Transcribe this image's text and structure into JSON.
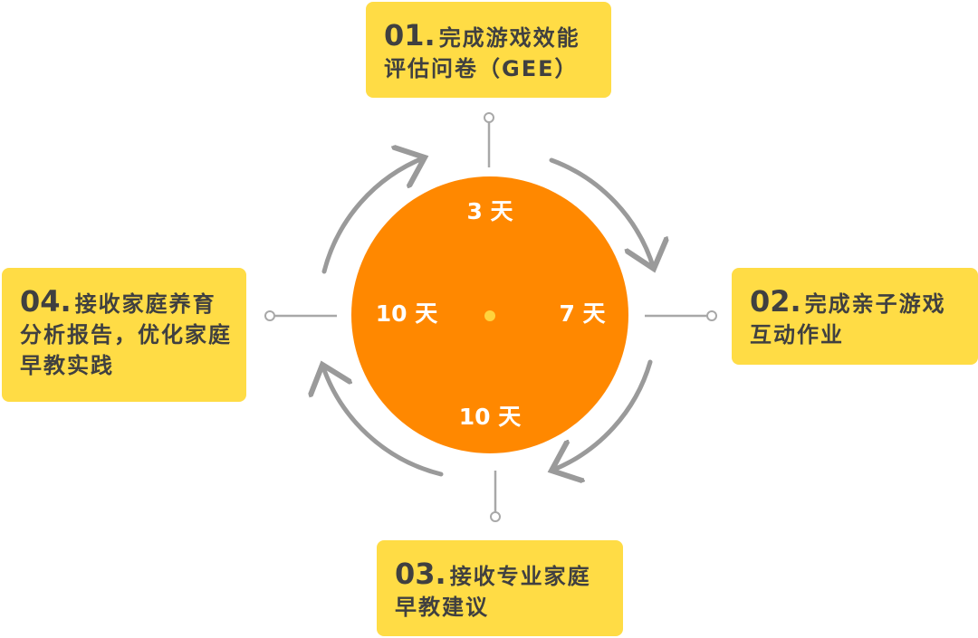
{
  "colors": {
    "circle": "#ff8800",
    "center_dot": "#ffd33d",
    "box": "#ffdc45",
    "arrow": "#9a9a9a",
    "text": "#404040"
  },
  "steps": [
    {
      "num": "01.",
      "text": "完成游戏效能评估问卷（GEE）"
    },
    {
      "num": "02.",
      "text": "完成亲子游戏互动作业"
    },
    {
      "num": "03.",
      "text": "接收专业家庭早教建议"
    },
    {
      "num": "04.",
      "text": "接收家庭养育分析报告，优化家庭早教实践"
    }
  ],
  "durations": {
    "top": "3 天",
    "right": "7 天",
    "bottom": "10 天",
    "left": "10 天"
  }
}
